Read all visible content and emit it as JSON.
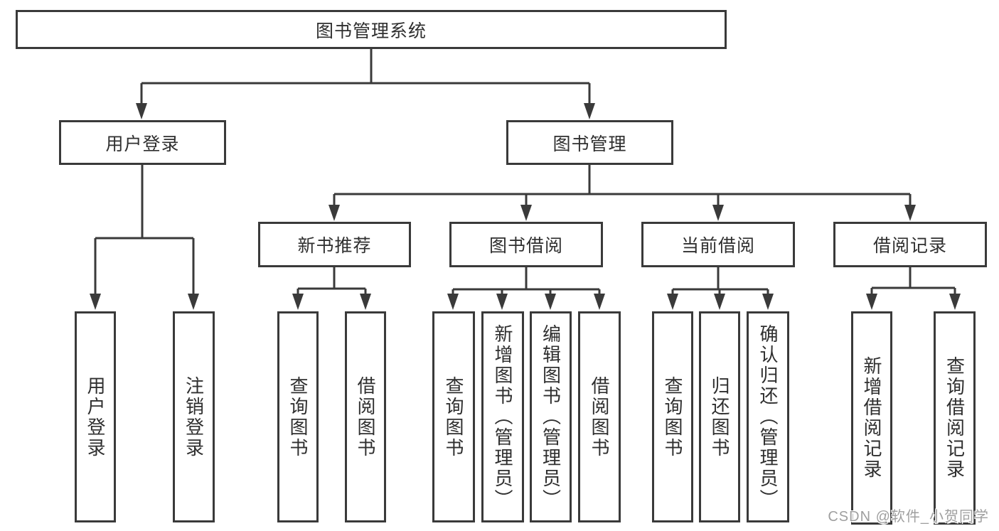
{
  "tree": {
    "label": "图书管理系统",
    "children": [
      {
        "label": "用户登录",
        "children": [
          {
            "label": "用户登录"
          },
          {
            "label": "注销登录"
          }
        ]
      },
      {
        "label": "图书管理",
        "children": [
          {
            "label": "新书推荐",
            "children": [
              {
                "label": "查询图书"
              },
              {
                "label": "借阅图书"
              }
            ]
          },
          {
            "label": "图书借阅",
            "children": [
              {
                "label": "查询图书"
              },
              {
                "label": "新增图书（管理员）"
              },
              {
                "label": "编辑图书（管理员）"
              },
              {
                "label": "借阅图书"
              }
            ]
          },
          {
            "label": "当前借阅",
            "children": [
              {
                "label": "查询图书"
              },
              {
                "label": "归还图书"
              },
              {
                "label": "确认归还（管理员）"
              }
            ]
          },
          {
            "label": "借阅记录",
            "children": [
              {
                "label": "新增借阅记录"
              },
              {
                "label": "查询借阅记录"
              }
            ]
          }
        ]
      }
    ]
  },
  "watermark": "CSDN @软件_小贺同学",
  "colors": {
    "line": "#3a3a3a",
    "text": "#2f2f2f",
    "background": "#ffffff",
    "watermark": "#9f9f9f"
  }
}
